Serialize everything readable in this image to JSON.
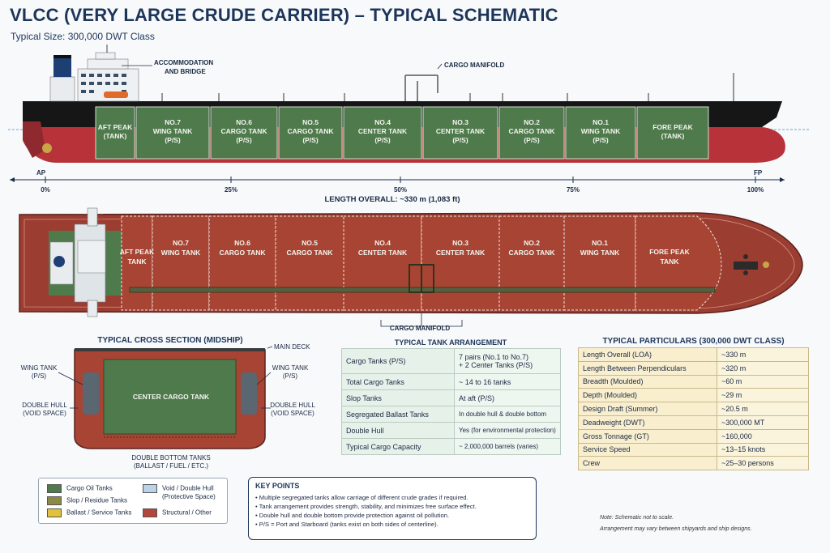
{
  "header": {
    "title": "VLCC (VERY LARGE CRUDE CARRIER) – TYPICAL SCHEMATIC",
    "subtitle": "Typical Size: 300,000 DWT Class"
  },
  "profile": {
    "callouts": {
      "accommodation_line1": "ACCOMMODATION",
      "accommodation_line2": "AND BRIDGE",
      "cargo_manifold": "CARGO MANIFOLD"
    },
    "tanks": [
      {
        "line1": "AFT PEAK",
        "line2": "(TANK)",
        "line3": ""
      },
      {
        "line1": "NO.7",
        "line2": "WING TANK",
        "line3": "(P/S)"
      },
      {
        "line1": "NO.6",
        "line2": "CARGO TANK",
        "line3": "(P/S)"
      },
      {
        "line1": "NO.5",
        "line2": "CARGO TANK",
        "line3": "(P/S)"
      },
      {
        "line1": "NO.4",
        "line2": "CENTER TANK",
        "line3": "(P/S)"
      },
      {
        "line1": "NO.3",
        "line2": "CENTER TANK",
        "line3": "(P/S)"
      },
      {
        "line1": "NO.2",
        "line2": "CARGO TANK",
        "line3": "(P/S)"
      },
      {
        "line1": "NO.1",
        "line2": "WING TANK",
        "line3": "(P/S)"
      },
      {
        "line1": "FORE PEAK",
        "line2": "(TANK)",
        "line3": ""
      }
    ],
    "scale": {
      "ap": "AP",
      "fp": "FP",
      "ticks": [
        "0%",
        "25%",
        "50%",
        "75%",
        "100%"
      ],
      "length_overall": "LENGTH OVERALL: ~330 m (1,083 ft)"
    }
  },
  "plan": {
    "tanks": [
      {
        "line1": "AFT PEAK",
        "line2": "TANK"
      },
      {
        "line1": "NO.7",
        "line2": "WING TANK"
      },
      {
        "line1": "NO.6",
        "line2": "CARGO TANK"
      },
      {
        "line1": "NO.5",
        "line2": "CARGO TANK"
      },
      {
        "line1": "NO.4",
        "line2": "CENTER TANK"
      },
      {
        "line1": "NO.3",
        "line2": "CENTER TANK"
      },
      {
        "line1": "NO.2",
        "line2": "CARGO TANK"
      },
      {
        "line1": "NO.1",
        "line2": "WING TANK"
      },
      {
        "line1": "FORE PEAK",
        "line2": "TANK"
      }
    ],
    "cargo_manifold": "CARGO MANIFOLD"
  },
  "cross_section": {
    "title": "TYPICAL CROSS SECTION (MIDSHIP)",
    "main_deck": "MAIN DECK",
    "wing_tank_left": [
      "WING TANK",
      "(P/S)"
    ],
    "wing_tank_right": [
      "WING TANK",
      "(P/S)"
    ],
    "double_hull_left": [
      "DOUBLE HULL",
      "(VOID SPACE)"
    ],
    "double_hull_right": [
      "DOUBLE HULL",
      "(VOID SPACE)"
    ],
    "center_cargo_tank": "CENTER CARGO TANK",
    "double_bottom": [
      "DOUBLE BOTTOM TANKS",
      "(BALLAST / FUEL / ETC.)"
    ]
  },
  "arrangement": {
    "title": "TYPICAL TANK ARRANGEMENT",
    "rows": [
      {
        "key": "Cargo Tanks (P/S)",
        "value": "7 pairs (No.1 to No.7)",
        "value2": "+ 2 Center Tanks (P/S)"
      },
      {
        "key": "Total Cargo Tanks",
        "value": "~ 14 to 16 tanks",
        "value2": ""
      },
      {
        "key": "Slop Tanks",
        "value": "At aft (P/S)",
        "value2": ""
      },
      {
        "key": "Segregated Ballast Tanks",
        "value": "In double hull & double bottom",
        "value2": ""
      },
      {
        "key": "Double Hull",
        "value": "Yes (for environmental protection)",
        "value2": ""
      },
      {
        "key": "Typical Cargo Capacity",
        "value": "~ 2,000,000 barrels (varies)",
        "value2": ""
      }
    ]
  },
  "particulars": {
    "title": "TYPICAL PARTICULARS (300,000 DWT CLASS)",
    "rows": [
      {
        "key": "Length Overall (LOA)",
        "value": "~330 m"
      },
      {
        "key": "Length Between Perpendiculars",
        "value": "~320 m"
      },
      {
        "key": "Breadth (Moulded)",
        "value": "~60 m"
      },
      {
        "key": "Depth (Moulded)",
        "value": "~29 m"
      },
      {
        "key": "Design Draft (Summer)",
        "value": "~20.5 m"
      },
      {
        "key": "Deadweight (DWT)",
        "value": "~300,000 MT"
      },
      {
        "key": "Gross Tonnage (GT)",
        "value": "~160,000"
      },
      {
        "key": "Service Speed",
        "value": "~13–15 knots"
      },
      {
        "key": "Crew",
        "value": "~25–30 persons"
      }
    ]
  },
  "legend": {
    "items": [
      {
        "label": "Cargo Oil Tanks",
        "color": "#4f7a4c"
      },
      {
        "label": "Slop / Residue Tanks",
        "color": "#8c8a45"
      },
      {
        "label": "Ballast / Service Tanks",
        "color": "#e2c23a"
      },
      {
        "label": "Void / Double Hull",
        "label2": "(Protective Space)",
        "color": "#b9d3ea"
      },
      {
        "label": "Structural / Other",
        "color": "#b3453a"
      }
    ]
  },
  "key_points": {
    "title": "KEY POINTS",
    "items": [
      "Multiple segregated tanks allow carriage of different crude grades if required.",
      "Tank arrangement provides strength, stability, and minimizes free surface effect.",
      "Double hull and double bottom provide protection against oil pollution.",
      "P/S = Port and Starboard (tanks exist on both sides of centerline)."
    ]
  },
  "notes": {
    "line1": "Note: Schematic not to scale.",
    "line2": "Arrangement may vary between shipyards and ship designs."
  }
}
